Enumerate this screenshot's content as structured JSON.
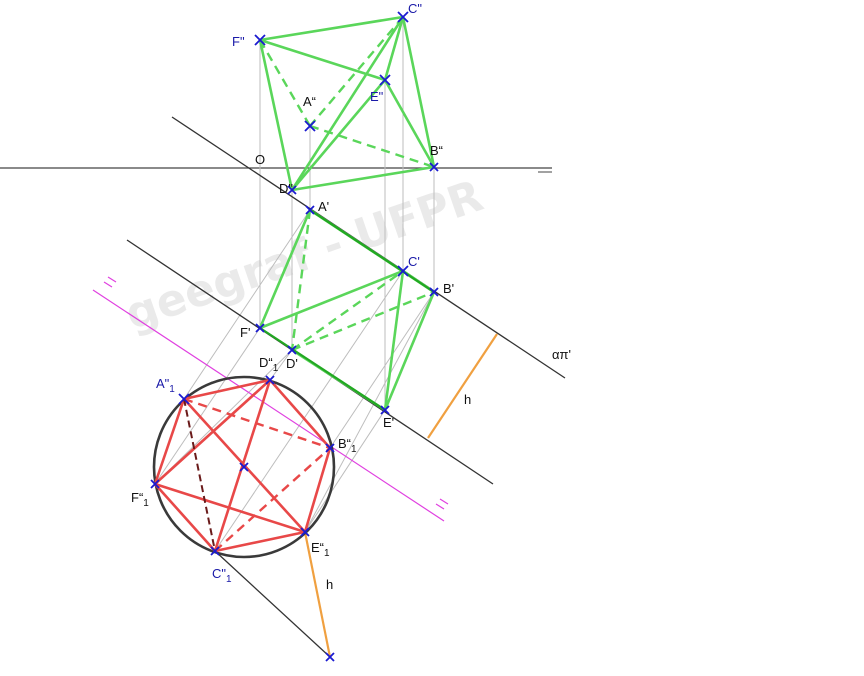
{
  "watermark": "geegraf - UFPR",
  "labels": {
    "F2": "F\"",
    "C2": "C\"",
    "E2": "E\"",
    "A2": "A“",
    "B2": "B“",
    "O": "O",
    "D2": "D\"",
    "A1": "A'",
    "C1": "C'",
    "B1": "B'",
    "F1": "F'",
    "D1": "D'",
    "E1": "E'",
    "A_r": "A\"",
    "A_r_sub": "1",
    "D_r": "D“",
    "D_r_sub": "1",
    "B_r": "B“",
    "B_r_sub": "1",
    "F_r": "F“",
    "F_r_sub": "1",
    "E_r": "E“",
    "E_r_sub": "1",
    "C_r": "C\"",
    "C_r_sub": "1",
    "alpha": "απ'",
    "h_top": "h",
    "h_bottom": "h"
  },
  "colors": {
    "green": "#5ad65a",
    "red": "#e84848",
    "magenta": "#e040e0",
    "orange": "#f0a040",
    "blue": "#1a1aa8",
    "dark": "#333333",
    "gray": "#bdbdbd"
  }
}
